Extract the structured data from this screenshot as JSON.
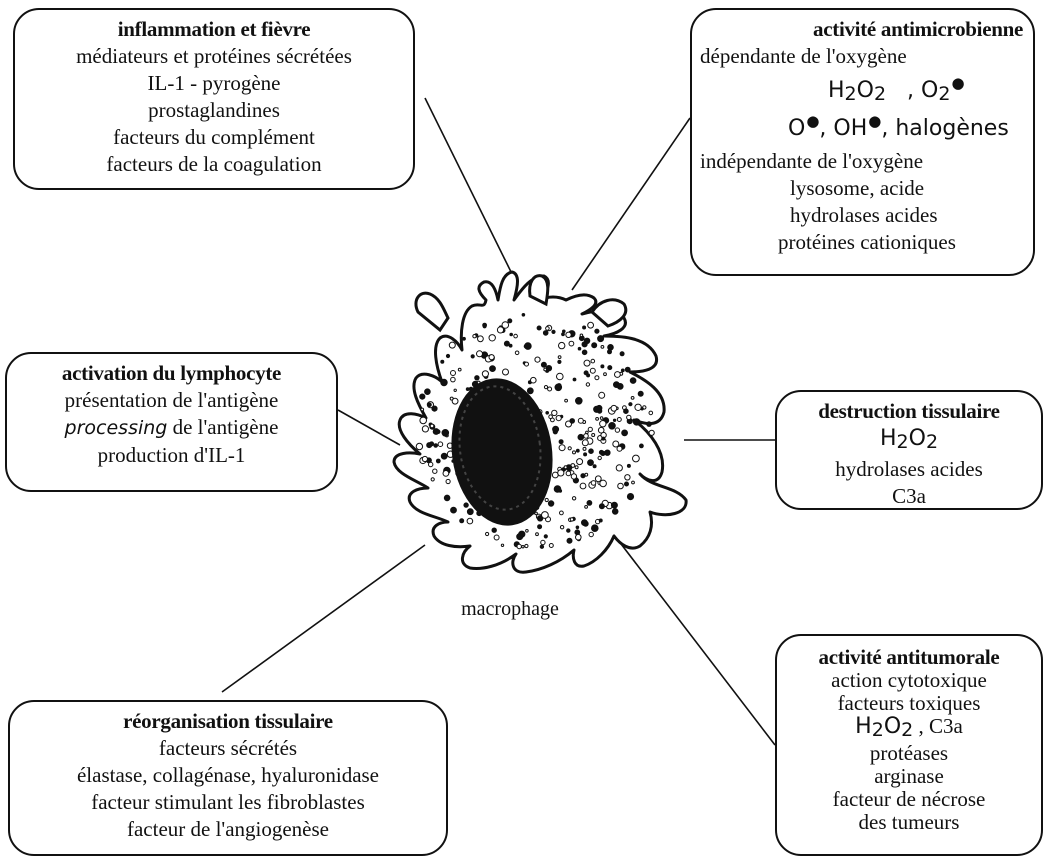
{
  "caption": "macrophage",
  "boxes": {
    "inflammation": {
      "title": "inflammation et fièvre",
      "lines": [
        "médiateurs et protéines sécrétées",
        "IL-1 - pyrogène",
        "prostaglandines",
        "facteurs du complément",
        "facteurs de la coagulation"
      ]
    },
    "antimicrobial": {
      "title": "activité antimicrobienne",
      "oxygen_dependent": "dépendante de l'oxygène",
      "formula_1_a": "H2O2",
      "formula_1_b": ", O2",
      "formula_2": "O, OH, halogènes",
      "oxygen_independent": "indépendante de l'oxygène",
      "lines": [
        "lysosome, acide",
        "hydrolases acides",
        "protéines cationiques"
      ]
    },
    "lymphocyte": {
      "title": "activation du lymphocyte",
      "line_1": "présentation de l'antigène",
      "line_2_italic": "processing",
      "line_2_rest": " de l'antigène",
      "line_3": "production d'IL-1"
    },
    "tissue_destruction": {
      "title": "destruction tissulaire",
      "formula": "H2O2",
      "lines": [
        "hydrolases acides",
        "C3a"
      ]
    },
    "reorganisation": {
      "title": "réorganisation tissulaire",
      "lines": [
        "facteurs sécrétés",
        "élastase, collagénase, hyaluronidase",
        "facteur stimulant les fibroblastes",
        "facteur de l'angiogenèse"
      ]
    },
    "antitumor": {
      "title": "activité antitumorale",
      "lines_a": [
        "action cytotoxique",
        "facteurs toxiques"
      ],
      "formula": "H2O2 , C3a",
      "lines_b": [
        "protéases",
        "arginase",
        "facteur de nécrose",
        "des tumeurs"
      ]
    }
  }
}
